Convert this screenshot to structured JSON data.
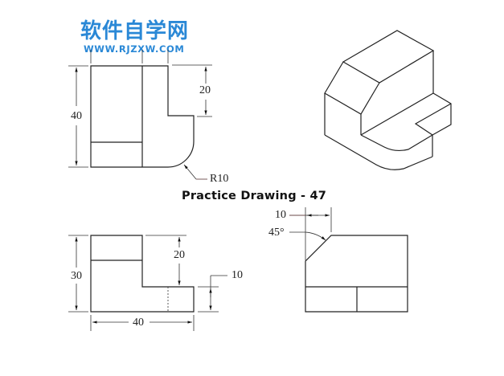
{
  "watermark": {
    "site_name": "软件自学网",
    "url": "WWW.RJZXW.COM",
    "color": "#2a88d6"
  },
  "title": "Practice Drawing - 47",
  "views": {
    "top_view": {
      "dimensions": {
        "overall_height": "40",
        "notch_depth": "20",
        "top_width_partial": "20",
        "fillet_radius": "R10"
      }
    },
    "front_view": {
      "dimensions": {
        "overall_height": "30",
        "step_drop": "20",
        "step_height": "10",
        "overall_width": "40"
      }
    },
    "side_view": {
      "dimensions": {
        "chamfer_width": "10",
        "chamfer_angle": "45°"
      }
    },
    "isometric_view": {
      "label": ""
    }
  },
  "colors": {
    "line": "#222222",
    "leader": "#6b4a4a",
    "background": "#ffffff"
  }
}
